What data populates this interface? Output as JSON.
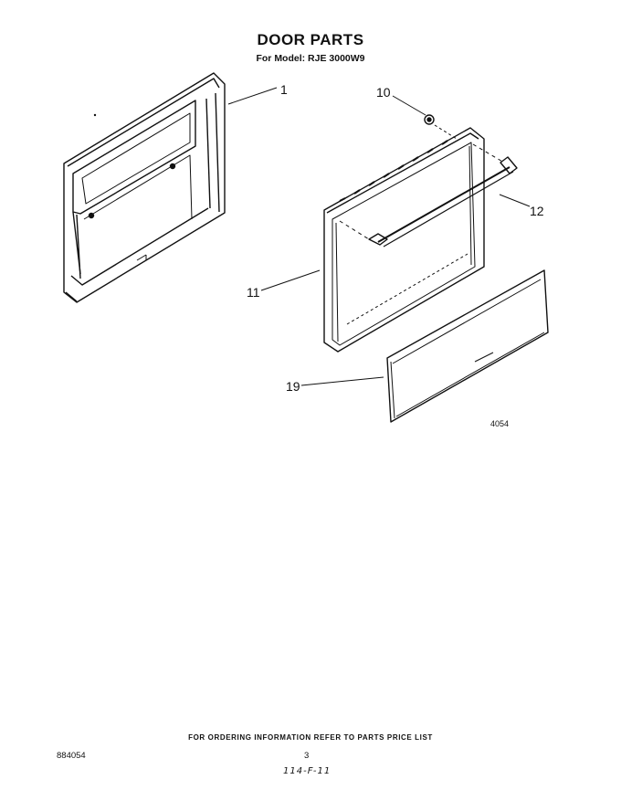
{
  "header": {
    "title": "DOOR PARTS",
    "subtitle": "For Model: RJE 3000W9"
  },
  "diagram": {
    "callouts": [
      {
        "id": "1",
        "label": "1"
      },
      {
        "id": "10",
        "label": "10"
      },
      {
        "id": "12",
        "label": "12"
      },
      {
        "id": "11",
        "label": "11"
      },
      {
        "id": "19",
        "label": "19"
      }
    ],
    "figure_number": "4054"
  },
  "footer": {
    "ordering_note": "FOR ORDERING INFORMATION REFER TO PARTS PRICE LIST",
    "document_number": "884054",
    "page_number": "3",
    "handwritten_note": "114-F-11"
  }
}
